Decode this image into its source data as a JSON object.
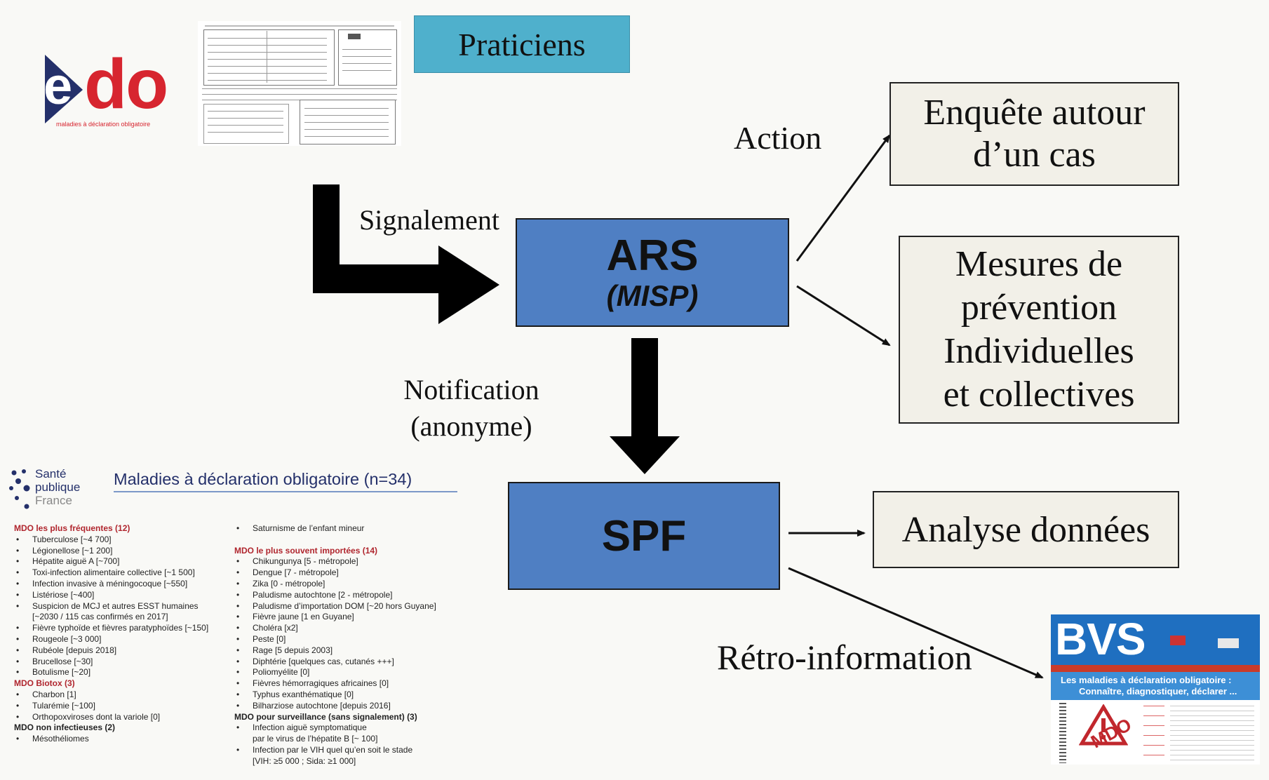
{
  "logo": {
    "text_e": "e",
    "text_do": "do",
    "tagline": "maladies à déclaration obligatoire"
  },
  "praticiens": "Praticiens",
  "signalement": "Signalement",
  "ars": {
    "title": "ARS",
    "subtitle": "(MISP)"
  },
  "action": "Action",
  "enquete": {
    "line1": "Enquête autour",
    "line2": "d’un cas"
  },
  "mesures": {
    "line1": "Mesures de",
    "line2": "prévention",
    "line3": "Individuelles",
    "line4": "et collectives"
  },
  "notification": {
    "line1": "Notification",
    "line2": "(anonyme)"
  },
  "spf": "SPF",
  "analyse": "Analyse données",
  "retro": "Rétro-information",
  "spf_doc": {
    "logo_line1": "Santé",
    "logo_line2": "publique",
    "logo_line3": "France",
    "title": "Maladies à déclaration obligatoire (n=34)",
    "col1": [
      {
        "k": "hdr",
        "t": "MDO les plus fréquentes (12)"
      },
      {
        "k": "li",
        "t": "Tuberculose [~4 700]"
      },
      {
        "k": "li",
        "t": "Légionellose [~1 200]"
      },
      {
        "k": "li",
        "t": "Hépatite aiguë A [~700]"
      },
      {
        "k": "li",
        "t": "Toxi-infection alimentaire collective [~1 500]"
      },
      {
        "k": "li",
        "t": "Infection invasive à méningocoque [~550]"
      },
      {
        "k": "li",
        "t": "Listériose [~400]"
      },
      {
        "k": "li",
        "t": "Suspicion de MCJ et autres ESST humaines"
      },
      {
        "k": "cont",
        "t": "[~2030 / 115 cas confirmés en 2017]"
      },
      {
        "k": "li",
        "t": "Fièvre typhoïde et fièvres paratyphoïdes [~150]"
      },
      {
        "k": "li",
        "t": "Rougeole [~3 000]"
      },
      {
        "k": "li",
        "t": "Rubéole [depuis 2018]"
      },
      {
        "k": "li",
        "t": "Brucellose [~30]"
      },
      {
        "k": "li",
        "t": "Botulisme [~20]"
      },
      {
        "k": "hdr",
        "t": "MDO Biotox (3)"
      },
      {
        "k": "li",
        "t": "Charbon [1]"
      },
      {
        "k": "li",
        "t": "Tularémie [~100]"
      },
      {
        "k": "li",
        "t": "Orthopoxviroses dont la variole [0]"
      },
      {
        "k": "hdrk",
        "t": "MDO non infectieuses (2)"
      },
      {
        "k": "li",
        "t": "Mésothéliomes"
      }
    ],
    "col2": [
      {
        "k": "li",
        "t": "Saturnisme de l’enfant mineur"
      },
      {
        "k": "gap",
        "t": ""
      },
      {
        "k": "hdr",
        "t": "MDO le plus souvent importées (14)"
      },
      {
        "k": "li",
        "t": "Chikungunya [5 - métropole]"
      },
      {
        "k": "li",
        "t": "Dengue [7 - métropole]"
      },
      {
        "k": "li",
        "t": "Zika [0 - métropole]"
      },
      {
        "k": "li",
        "t": "Paludisme autochtone [2 - métropole]"
      },
      {
        "k": "li",
        "t": "Paludisme d’importation DOM [~20 hors Guyane]"
      },
      {
        "k": "li",
        "t": "Fièvre jaune [1 en Guyane]"
      },
      {
        "k": "li",
        "t": "Choléra [x2]"
      },
      {
        "k": "li",
        "t": "Peste [0]"
      },
      {
        "k": "li",
        "t": "Rage [5 depuis 2003]"
      },
      {
        "k": "li",
        "t": "Diphtérie [quelques cas, cutanés +++]"
      },
      {
        "k": "li",
        "t": "Poliomyélite [0]"
      },
      {
        "k": "li",
        "t": "Fièvres hémorragiques africaines [0]"
      },
      {
        "k": "li",
        "t": "Typhus exanthématique [0]"
      },
      {
        "k": "li",
        "t": "Bilharziose autochtone [depuis 2016]"
      },
      {
        "k": "hdrk",
        "t": "MDO pour surveillance (sans signalement) (3)"
      },
      {
        "k": "li",
        "t": "Infection aiguë symptomatique"
      },
      {
        "k": "cont",
        "t": "par le virus de l’hépatite B [~ 100]"
      },
      {
        "k": "li",
        "t": "Infection par le VIH quel qu’en soit le stade"
      },
      {
        "k": "cont",
        "t": "[VIH: ≥5 000 ; Sida: ≥1 000]"
      }
    ]
  },
  "bvs": {
    "logo": "BVS",
    "headline1": "Les maladies à déclaration obligatoire :",
    "headline2": "Connaître, diagnostiquer, déclarer ...",
    "badge": "MDO"
  },
  "colors": {
    "blue_box": "#4f7fc3",
    "praticiens_bg": "#4fb0cc",
    "logo_red": "#d7252f",
    "logo_navy": "#24306a",
    "doc_red": "#b0262e"
  }
}
